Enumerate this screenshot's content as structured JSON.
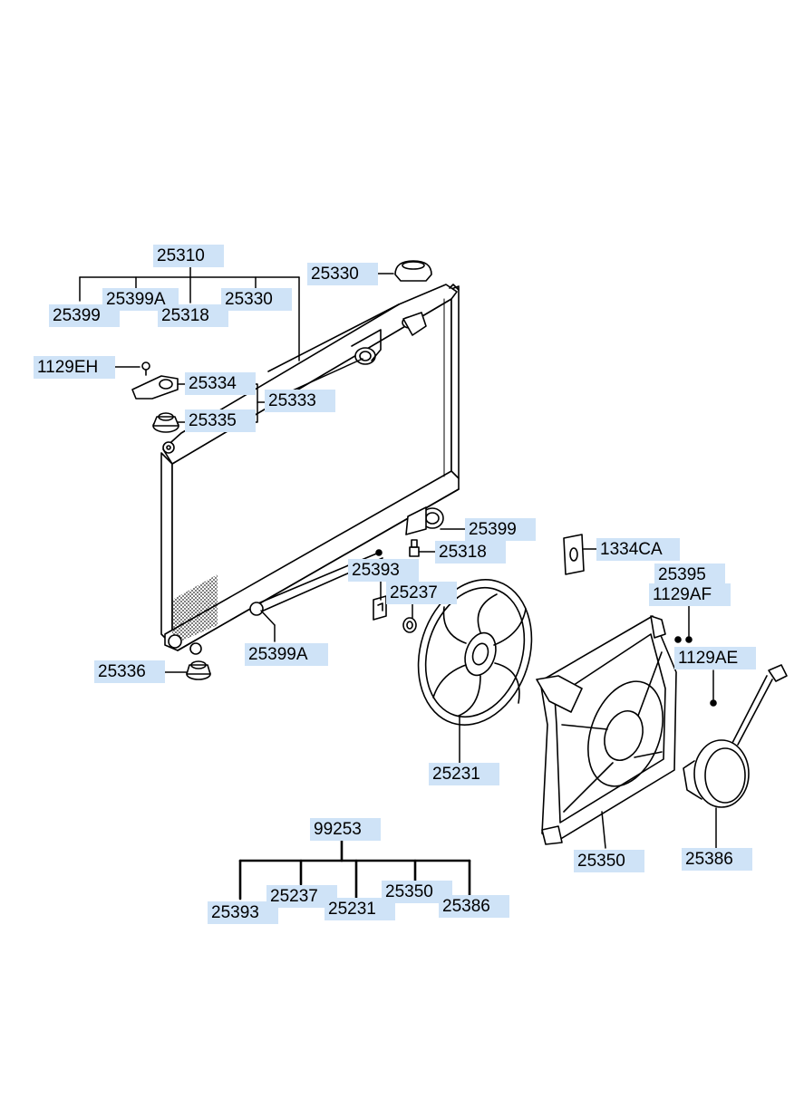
{
  "colors": {
    "label_bg": "#cfe3f7",
    "line": "#000000",
    "paper": "#ffffff"
  },
  "labels": {
    "top_group": "25310",
    "top_25399": "25399",
    "top_25399A": "25399A",
    "top_25318": "25318",
    "top_25330": "25330",
    "cap": "25330",
    "bolt_1129EH": "1129EH",
    "bracket": "25334",
    "mount_assy": "25333",
    "insulator_upper": "25335",
    "drain_plug": "25399",
    "plug_25318": "25318",
    "hose_clip": "25393",
    "nut_25237": "25237",
    "hose": "25399A",
    "insulator_lower": "25336",
    "clip_1334CA": "1334CA",
    "screw_25395": "25395",
    "screw_1129AF": "1129AF",
    "screw_1129AE": "1129AE",
    "fan": "25231",
    "shroud": "25350",
    "motor": "25386",
    "kit_group": "99253",
    "kit_25393": "25393",
    "kit_25237": "25237",
    "kit_25231": "25231",
    "kit_25350": "25350",
    "kit_25386": "25386"
  }
}
